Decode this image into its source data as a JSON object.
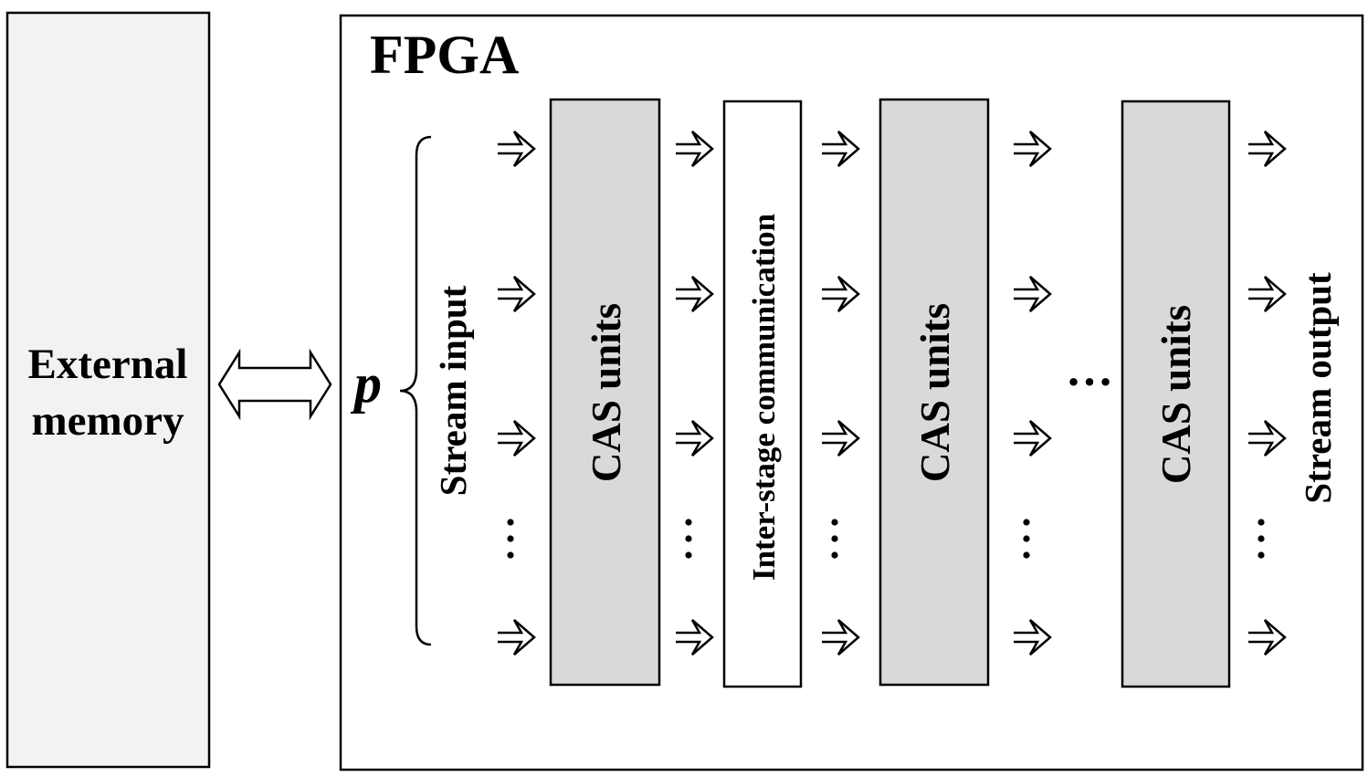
{
  "external_memory": {
    "line1": "External",
    "line2": "memory"
  },
  "fpga": {
    "title": "FPGA"
  },
  "parallelism": "p",
  "stream_input": "Stream input",
  "stream_output": "Stream output",
  "stages": [
    {
      "label": "CAS units",
      "kind": "cas"
    },
    {
      "label": "Inter-stage communication",
      "kind": "comm"
    },
    {
      "label": "CAS units",
      "kind": "cas"
    },
    {
      "label": "CAS units",
      "kind": "cas"
    }
  ],
  "ellipsis": "…",
  "vertical_ellipsis": "⋮",
  "colors": {
    "cas_fill": "#d9d9d9",
    "memory_fill": "#f2f2f2",
    "stroke": "#000000"
  }
}
